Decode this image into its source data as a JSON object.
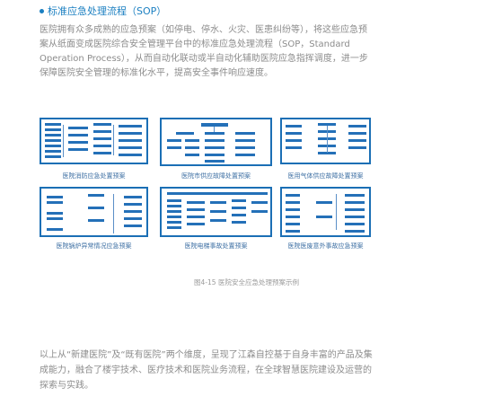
{
  "section": {
    "title": "标准应急处理流程（SOP）"
  },
  "intro_text": "医院拥有众多成熟的应急预案（如停电、停水、火灾、医患纠纷等），将这些应急预案从纸面变成医院综合安全管理平台中的标准应急处理流程（SOP，Standard Operation Process），从而自动化联动或半自动化辅助医院应急指挥调度，进一步保障医院安全管理的标准化水平，提高安全事件响应速度。",
  "diagrams": [
    {
      "label": "医院消防应急处置预案"
    },
    {
      "label": "医院市供应故障处置预案"
    },
    {
      "label": "医用气体供应故障处置预案"
    },
    {
      "label": "医院锅炉异常情况应急预案"
    },
    {
      "label": "医院电梯事故处置预案"
    },
    {
      "label": "医院医废意外事故应急预案"
    }
  ],
  "caption": "图4-15 医院安全应急处理预案示例",
  "outro_text": "以上从“新建医院”及“既有医院”两个维度，呈现了江森自控基于自身丰富的产品及集成能力，融合了楼宇技术、医疗技术和医院业务流程，在全球智慧医院建设及运营的探索与实践。",
  "colors": {
    "accent": "#1a7fc1",
    "diagram_border": "#1b6fb5",
    "diagram_block": "#2470b8"
  }
}
